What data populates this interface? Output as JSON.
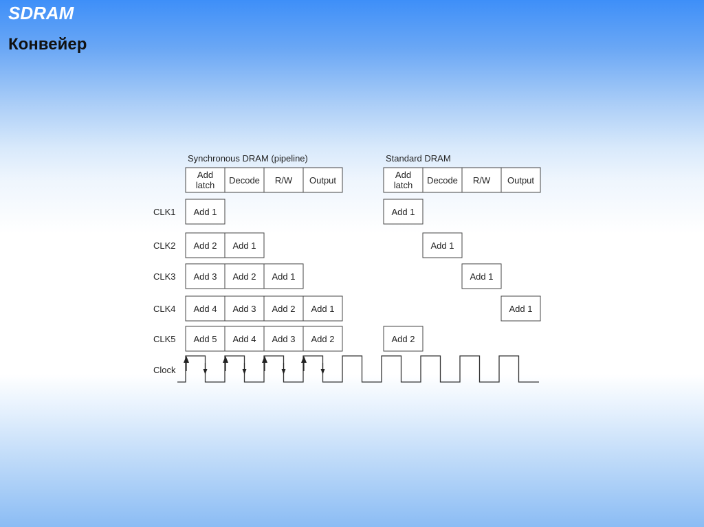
{
  "slide": {
    "title": "SDRAM",
    "subtitle": "Конвейер"
  },
  "diagram": {
    "sync_title": "Synchronous DRAM (pipeline)",
    "std_title": "Standard DRAM",
    "stage_headers": [
      [
        "Add",
        "latch"
      ],
      [
        "Decode"
      ],
      [
        "R/W"
      ],
      [
        "Output"
      ]
    ],
    "clock_labels": [
      "CLK1",
      "CLK2",
      "CLK3",
      "CLK4",
      "CLK5"
    ],
    "clock_signal_label": "Clock",
    "sync_rows": [
      [
        "Add 1"
      ],
      [
        "Add 2",
        "Add 1"
      ],
      [
        "Add 3",
        "Add 2",
        "Add 1"
      ],
      [
        "Add 4",
        "Add 3",
        "Add 2",
        "Add 1"
      ],
      [
        "Add 5",
        "Add 4",
        "Add 3",
        "Add 2"
      ]
    ],
    "std_rows": [
      {
        "stage": 0,
        "label": "Add 1"
      },
      {
        "stage": 1,
        "label": "Add 1"
      },
      {
        "stage": 2,
        "label": "Add 1"
      },
      {
        "stage": 3,
        "label": "Add 1"
      },
      {
        "stage": 0,
        "label": "Add 2"
      }
    ],
    "clock_cycles": 9,
    "edge_marks_cycles": 4
  }
}
